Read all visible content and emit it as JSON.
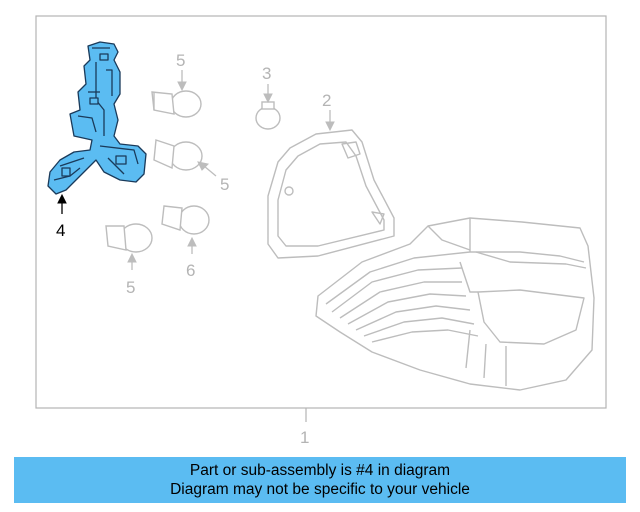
{
  "callouts": {
    "c1": "1",
    "c2": "2",
    "c3": "3",
    "c4": "4",
    "c5a": "5",
    "c5b": "5",
    "c5c": "5",
    "c6": "6"
  },
  "banner": {
    "line1": "Part or sub-assembly is #4 in diagram",
    "line2": "Diagram may not be specific to your vehicle"
  },
  "colors": {
    "highlight": "#5bbcf2",
    "ghost_line": "#bdbdbd",
    "frame": "#b4b4b4"
  }
}
